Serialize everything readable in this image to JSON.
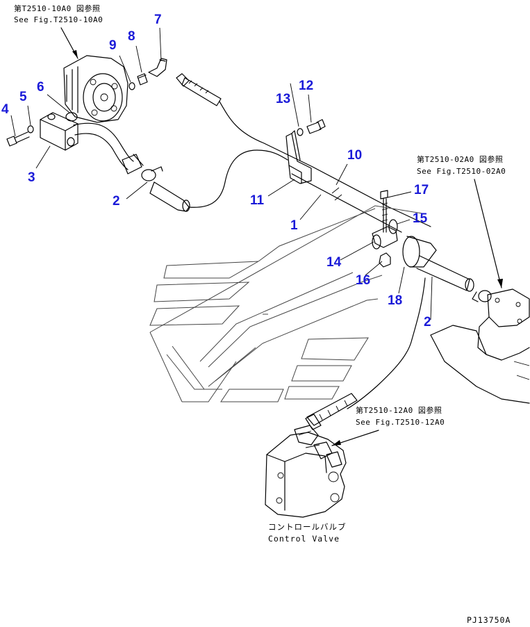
{
  "diagram": {
    "part_labels": [
      {
        "id": "p1",
        "text": "1"
      },
      {
        "id": "p2a",
        "text": "2"
      },
      {
        "id": "p2b",
        "text": "2"
      },
      {
        "id": "p3",
        "text": "3"
      },
      {
        "id": "p4",
        "text": "4"
      },
      {
        "id": "p5",
        "text": "5"
      },
      {
        "id": "p6",
        "text": "6"
      },
      {
        "id": "p7",
        "text": "7"
      },
      {
        "id": "p8",
        "text": "8"
      },
      {
        "id": "p9",
        "text": "9"
      },
      {
        "id": "p10",
        "text": "10"
      },
      {
        "id": "p11",
        "text": "11"
      },
      {
        "id": "p12",
        "text": "12"
      },
      {
        "id": "p13",
        "text": "13"
      },
      {
        "id": "p14",
        "text": "14"
      },
      {
        "id": "p15",
        "text": "15"
      },
      {
        "id": "p16",
        "text": "16"
      },
      {
        "id": "p17",
        "text": "17"
      },
      {
        "id": "p18",
        "text": "18"
      }
    ],
    "references": [
      {
        "jp": "第T2510-10A0 図参照",
        "en": "See Fig.T2510-10A0"
      },
      {
        "jp": "第T2510-02A0 図参照",
        "en": "See Fig.T2510-02A0"
      },
      {
        "jp": "第T2510-12A0 図参照",
        "en": "See Fig.T2510-12A0"
      }
    ],
    "component_caption": {
      "jp": "コントロールバルブ",
      "en": "Control Valve"
    },
    "drawing_number": "PJ13750A",
    "label_color": "#1a1ad8"
  }
}
